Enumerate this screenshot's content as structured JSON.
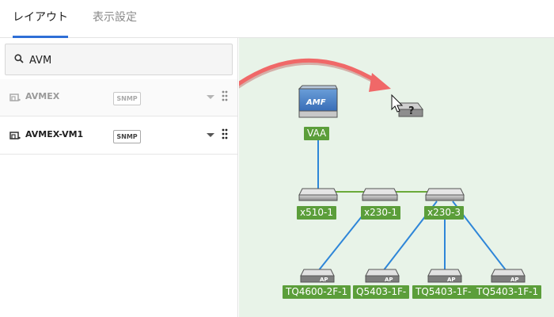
{
  "tabs": {
    "layout": "レイアウト",
    "display_settings": "表示設定"
  },
  "search": {
    "value": "AVM"
  },
  "devices": [
    {
      "name": "AVMEX",
      "badge": "SNMP"
    },
    {
      "name": "AVMEX-VM1",
      "badge": "SNMP"
    }
  ],
  "map": {
    "vaa_logo": "AMF",
    "nodes": {
      "vaa": "VAA",
      "x510_1": "x510-1",
      "x230_1": "x230-1",
      "x230_3": "x230-3",
      "tq4600": "TQ4600-2F-1",
      "q5403": "Q5403-1F-",
      "tq5403a": "TQ5403-1F-",
      "tq5403b": "TQ5403-1F-1"
    },
    "ap_badge": "AP",
    "unknown_glyph": "?"
  },
  "colors": {
    "accent": "#2f6fd6",
    "label_green": "#5b9e3a",
    "link_blue": "#2e86d8",
    "link_green": "#6aaa3a",
    "drag_arrow": "#e85b5b",
    "map_bg": "#e8f3e8"
  }
}
